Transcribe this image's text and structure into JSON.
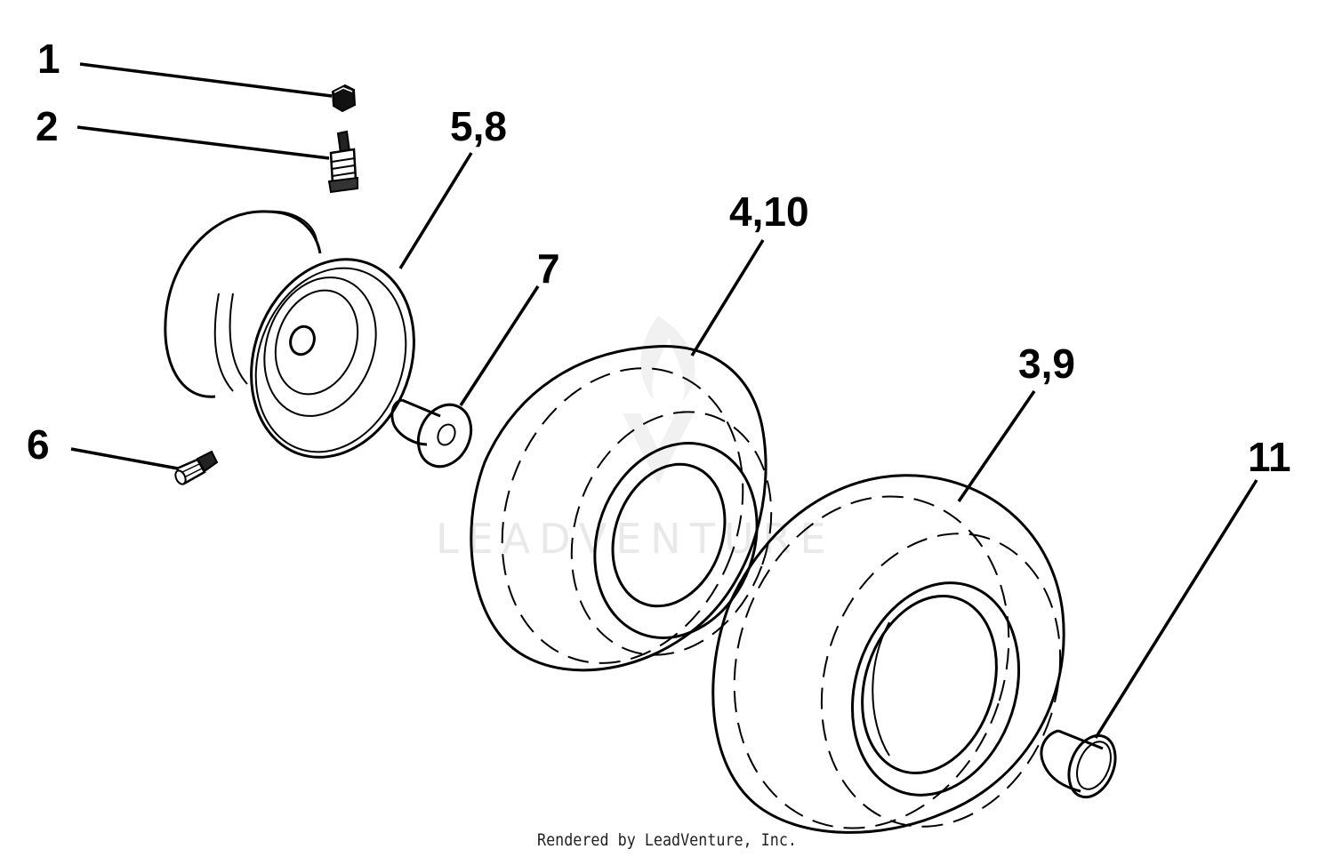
{
  "watermark": {
    "text": "LEADVENTURE",
    "logo_icon": "leadventure-flame-logo"
  },
  "callouts": [
    {
      "id": "1",
      "label": "1"
    },
    {
      "id": "2",
      "label": "2"
    },
    {
      "id": "6",
      "label": "6"
    },
    {
      "id": "5-8",
      "label": "5,8"
    },
    {
      "id": "7",
      "label": "7"
    },
    {
      "id": "4-10",
      "label": "4,10"
    },
    {
      "id": "3-9",
      "label": "3,9"
    },
    {
      "id": "11",
      "label": "11"
    }
  ],
  "parts": {
    "p1": "valve-cap-icon",
    "p2": "valve-stem-icon",
    "p6": "grease-fitting-icon",
    "p58": "wheel-rim-icon",
    "p7": "flanged-bushing-icon",
    "p410": "front-tire-icon",
    "p39": "rear-tire-icon",
    "p11": "hub-cap-icon"
  },
  "footer": {
    "text": "Rendered by LeadVenture, Inc."
  }
}
